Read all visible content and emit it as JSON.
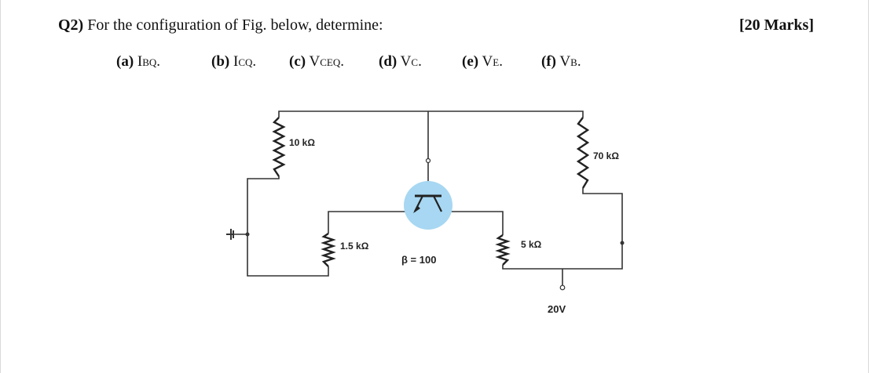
{
  "question": {
    "number": "Q2)",
    "text": "For the configuration of Fig. below, determine:",
    "marks": "[20 Marks]"
  },
  "parts": [
    {
      "label": "(a)",
      "symbol": "I",
      "sub": "BQ",
      "end": "."
    },
    {
      "label": "(b)",
      "symbol": "I",
      "sub": "CQ",
      "end": "."
    },
    {
      "label": "(c)",
      "symbol": "V",
      "sub": "CEQ",
      "end": "."
    },
    {
      "label": "(d)",
      "symbol": "V",
      "sub": "C",
      "end": "."
    },
    {
      "label": "(e)",
      "symbol": "V",
      "sub": "E",
      "end": "."
    },
    {
      "label": "(f)",
      "symbol": "V",
      "sub": "B",
      "end": "."
    }
  ],
  "circuit": {
    "r1_label": "10 kΩ",
    "r2_label": "1.5 kΩ",
    "r3_label": "5 kΩ",
    "r4_label": "70 kΩ",
    "beta_label": "β = 100",
    "supply_label": "20V",
    "transistor_highlight": "#a7d7f2"
  }
}
